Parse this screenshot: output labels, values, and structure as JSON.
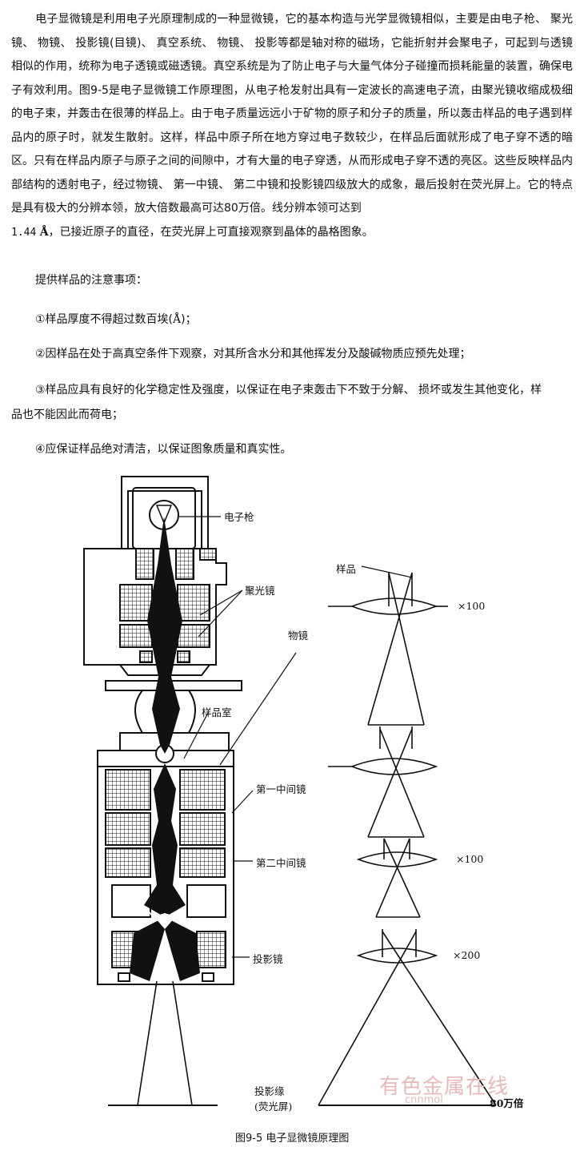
{
  "intro": {
    "text": "电子显微镜是利用电子光原理制成的一种显微镜，它的基本构造与光学显微镜相似，主要是由电子枪、 聚光镜、 物镜、 投影镜(目镜)、 真空系统、 物镜、 投影等都是轴对称的磁场，它能折射并会聚电子，可起到与透镜相似的作用，统称为电子透镜或磁透镜。真空系统是为了防止电子与大量气体分子碰撞而损耗能量的装置，确保电子有效利用。图9-5是电子显微镜工作原理图，从电子枪发射出具有一定波长的高速电子流，由聚光镜收缩成极细的电子束，并轰击在很薄的样品上。由于电子质量远远小于矿物的原子和分子的质量，所以轰击样品的电子遇到样品内的原子时，就发生散射。这样，样品中原子所在地方穿过电子数较少，在样品后面就形成了电子穿不透的暗区。只有在样品内原子与原子之间的间隙中，才有大量的电子穿透，从而形成电子穿不透的亮区。这些反映样品内部结构的透射电子，经过物镜、 第一中镜、 第二中镜和投影镜四级放大的成象，最后投射在荧光屏上。它的特点是具有极大的分辨本领，放大倍数最高可达80万倍。线分辨本领可达到",
    "value": "1.44",
    "unit": "Å",
    "tail": "，已接近原子的直径，在荧光屏上可直接观察到晶体的晶格图象。"
  },
  "notes": {
    "heading": "提供样品的注意事项：",
    "item1_pre": "①样品厚度不得超过数百埃(",
    "item1_unit": "Å",
    "item1_post": ")；",
    "item2": "②因样品在处于高真空条件下观察，对其所含水分和其他挥发分及酸碱物质应预先处理；",
    "item3": "③样品应具有良好的化学稳定性及强度，以保证在电子束轰击下不致于分解、 损坏或发生其他变化，样品也不能因此而荷电；",
    "item4": "④应保证样品绝对清洁，以保证图象质量和真实性。"
  },
  "figure": {
    "labels": {
      "gun": "电子枪",
      "condenser": "聚光镜",
      "objective": "物镜",
      "chamber": "样品室",
      "first_inter": "第一中间镜",
      "second_inter": "第二中间镜",
      "projector": "投影镜",
      "image_line1": "投影缘",
      "image_line2": "(荧光屏)",
      "sample": "样品",
      "mag1": "×100",
      "mag2": "×100",
      "mag3": "×200",
      "total": "80万倍"
    },
    "caption": "图9-5  电子显微镜原理图"
  },
  "watermark": {
    "text": "有色金属在线",
    "url": "cnnmol"
  },
  "colors": {
    "ink": "#111111",
    "watermark": "#e8b9b9"
  }
}
